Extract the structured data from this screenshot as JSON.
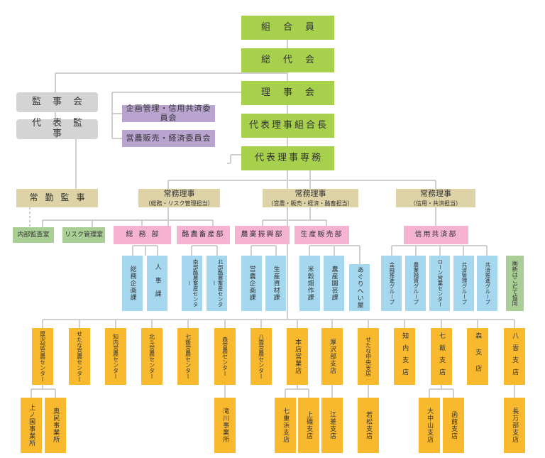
{
  "top": {
    "members": "組合員",
    "delegates": "総代会",
    "board": "理事会",
    "president": "代表理事組合長",
    "senior_director": "代表理事専務"
  },
  "audit": {
    "board": "監事会",
    "rep_auditor": "代表監事",
    "fulltime_auditor": "常勤監事",
    "internal_audit": "内部監査室",
    "risk_mgmt": "リスク管理室"
  },
  "committees": {
    "planning": "企画管理・信用共済委員会",
    "farming": "営農販売・経済委員会"
  },
  "directors": [
    {
      "title": "常務理事",
      "scope": "（総務・リスク管理担当）"
    },
    {
      "title": "常務理事",
      "scope": "（営農・販売・経済・酪畜担当）"
    },
    {
      "title": "常務理事",
      "scope": "（信用・共済担当）"
    }
  ],
  "departments": {
    "general_affairs": "総務部",
    "dairy": "酪農畜産部",
    "agri_promo": "農業振興部",
    "production_sales": "生産販売部",
    "credit_mutual": "信用共済部"
  },
  "sections": {
    "general_planning": "総務企画課",
    "personnel": "人事課",
    "south_dairy_center": "南部酪農畜産センター",
    "north_dairy_center": "北部酪農畜産センター",
    "farming_planning": "営農企画課",
    "production_materials": "生産資材課",
    "rice_grain": "米穀畑作課",
    "horticulture": "農産園芸課",
    "aguri": "あぐりへい屋",
    "finance_promo": "金融推進グループ",
    "farm_finance": "農業融資グループ",
    "loan_center": "ローン営業センター",
    "mutual_mgmt": "共済管理グループ",
    "mutual_promo": "共済推進グループ",
    "affiliate": "㈱新はこだて協同"
  },
  "branches": {
    "atsusawabe_center": "厚沢部営農センター",
    "setana_center": "せたな営農センター",
    "shiriuchi_center": "知内営農センター",
    "hokuto_center": "北斗営農センター",
    "nanae_center": "七飯営農センター",
    "mori_center": "森営農センター",
    "yakumo_center": "八雲営農センター",
    "head_office": "本店営業店",
    "atsusawabe_branch": "厚沢部支店",
    "setana_central": "せたな中央支店",
    "shiriuchi_branch": "知内支店",
    "nanae_branch": "七飯支店",
    "mori_branch": "森支店",
    "yakumo_branch": "八雲支店"
  },
  "sub_offices": {
    "kaminokuni": "上ノ国事業所",
    "okushiri": "奥尻事業所",
    "takino": "滝川事業所",
    "nanaehama": "七重浜支店",
    "kamiiso": "上磯支店",
    "esashi": "江差支店",
    "wakamatsu": "若松支店",
    "onakayama": "大中山支店",
    "hakodate": "函館支店",
    "oshamambe": "長万部支店"
  }
}
